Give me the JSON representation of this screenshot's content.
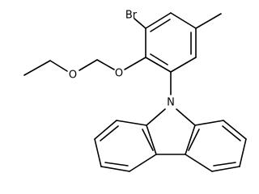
{
  "molecule": {
    "atoms": {
      "br": "Br",
      "o_ether": "O",
      "o_aryl": "O",
      "n": "N"
    }
  },
  "colors": {
    "bond": "#000000",
    "background": "#ffffff"
  }
}
